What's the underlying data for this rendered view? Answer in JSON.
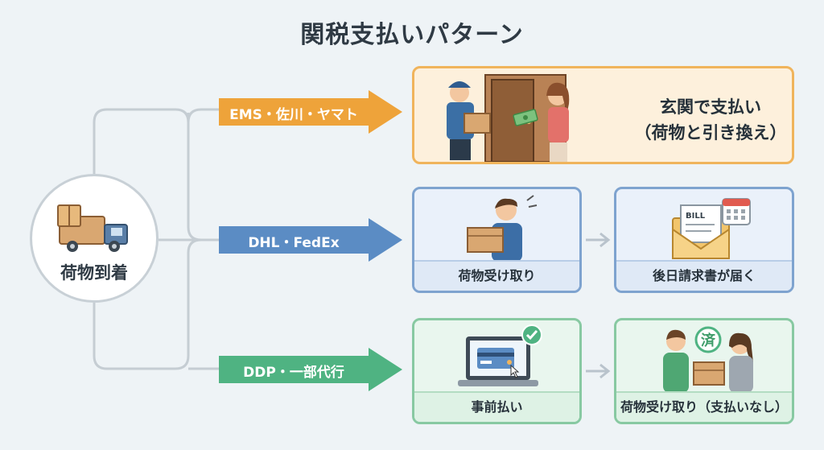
{
  "title": "関税支払いパターン",
  "start": {
    "label": "荷物到着",
    "icon": "delivery-truck-icon"
  },
  "routes": [
    {
      "label": "EMS・佐川・ヤマト",
      "color": "#eea33a",
      "steps": [
        {
          "label": "玄関で支払い",
          "sublabel": "（荷物と引き換え）",
          "icon": "courier-door-payment-icon"
        }
      ]
    },
    {
      "label": "DHL・FedEx",
      "color": "#5b8cc4",
      "steps": [
        {
          "label": "荷物受け取り",
          "icon": "receive-package-icon"
        },
        {
          "label": "後日請求書が届く",
          "icon": "bill-envelope-icon",
          "badge": "BILL"
        }
      ]
    },
    {
      "label": "DDP・一部代行",
      "color": "#4fb382",
      "steps": [
        {
          "label": "事前払い",
          "icon": "laptop-card-payment-icon"
        },
        {
          "label": "荷物受け取り（支払いなし）",
          "icon": "handover-package-icon",
          "badge": "済"
        }
      ]
    }
  ]
}
